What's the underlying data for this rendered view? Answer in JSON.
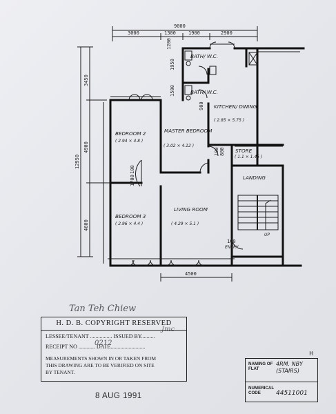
{
  "plan": {
    "dimensions": {
      "overall_width": "9000",
      "top_segments": [
        "3000",
        "1300",
        "1900",
        "2900"
      ],
      "left_total": "12950",
      "left_segments": [
        "3450",
        "4900",
        "4600"
      ],
      "bottom_living": "4500",
      "bath_sizes": [
        "1950",
        "1500"
      ],
      "small_dims": [
        "1200",
        "1700",
        "100",
        "900",
        "100",
        "800",
        "100"
      ]
    },
    "rooms": {
      "bath_wc_1": "BATH/ W.C.",
      "bath_wc_2": "BATH/ W.C.",
      "kitchen": "KITCHEN/ DINING",
      "kitchen_size": "( 2.85 × 5.75 )",
      "bedroom2": "BEDROOM 2",
      "bedroom2_size": "( 2.94 × 4.8 )",
      "master": "MASTER BEDROOM",
      "master_size": "( 3.02 × 4.12 )",
      "store": "STORE",
      "store_size": "( 1.1 × 1.45 )",
      "landing": "LANDING",
      "bedroom3": "BEDROOM 3",
      "bedroom3_size": "( 2.96 × 4.4 )",
      "living": "LIVING ROOM",
      "living_size": "( 4.29 × 5.1 )",
      "up": "UP",
      "entry": "ENTRY"
    }
  },
  "handwriting": {
    "name": "Tan Teh Chiew",
    "initials": "Jmc",
    "receipt_no": "0212"
  },
  "stamp": {
    "title": "H. D. B. COPYRIGHT RESERVED",
    "lessee": "LESSEE/TENANT ................ ISSUED BY..........",
    "receipt": "RECEIPT NO ............ DATE.........................",
    "note": "MEASUREMENTS SHOWN IN OR TAKEN FROM\nTHIS DRAWING ARE TO BE VERIFIED ON SITE\nBY TENANT."
  },
  "date_stamp": "8 AUG 1991",
  "title_block": {
    "naming_label": "NAMING OF FLAT",
    "naming_value": "4RM. NBY (STAIRS)",
    "code_label": "NUMERICAL CODE",
    "code_value": "44511001",
    "corner": "H"
  },
  "colors": {
    "ink": "#1a1a1a",
    "paper": "#e9eaee",
    "pencil": "#5a5a60"
  }
}
